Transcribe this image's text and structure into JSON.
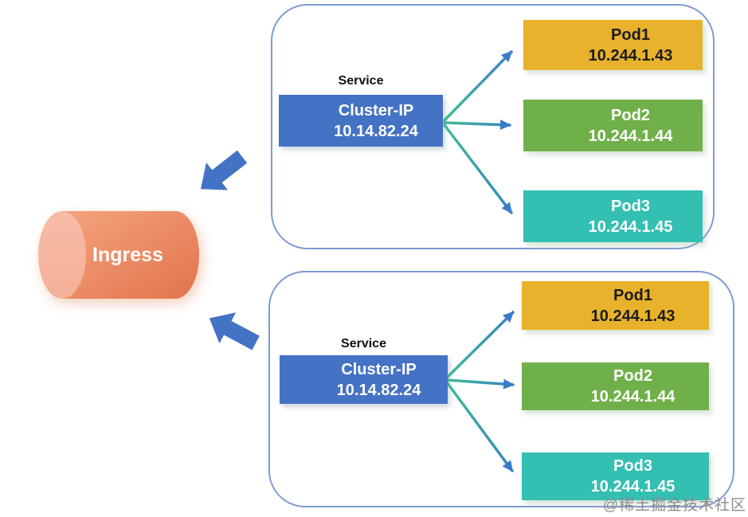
{
  "watermark": "@稀土掘金技术社区",
  "colors": {
    "container_border": "#7E9BD2",
    "cluster_ip_bg": "#4472C4",
    "block_arrow": "#4472C4",
    "arrow_gradient_start": "#3FBE96",
    "arrow_gradient_end": "#3B7CC9",
    "arrowhead": "#3B7CC9",
    "ingress_cap": "#F5B098",
    "ingress_body_light": "#F4A37E",
    "ingress_body_dark": "#E2744B",
    "pod_gold": "#E8B22C",
    "pod_green": "#70B04A",
    "pod_teal": "#33BFB2"
  },
  "ingress": {
    "label": "Ingress"
  },
  "groups": [
    {
      "service_label": "Service",
      "cluster_ip": {
        "name": "Cluster-IP",
        "ip": "10.14.82.24"
      },
      "pods": [
        {
          "name": "Pod1",
          "ip": "10.244.1.43",
          "bg": "#E8B22C",
          "fg": "#1C1C1C"
        },
        {
          "name": "Pod2",
          "ip": "10.244.1.44",
          "bg": "#70B04A",
          "fg": "#FFFFFF"
        },
        {
          "name": "Pod3",
          "ip": "10.244.1.45",
          "bg": "#33BFB2",
          "fg": "#FFFFFF"
        }
      ]
    },
    {
      "service_label": "Service",
      "cluster_ip": {
        "name": "Cluster-IP",
        "ip": "10.14.82.24"
      },
      "pods": [
        {
          "name": "Pod1",
          "ip": "10.244.1.43",
          "bg": "#E8B22C",
          "fg": "#1C1C1C"
        },
        {
          "name": "Pod2",
          "ip": "10.244.1.44",
          "bg": "#70B04A",
          "fg": "#FFFFFF"
        },
        {
          "name": "Pod3",
          "ip": "10.244.1.45",
          "bg": "#33BFB2",
          "fg": "#FFFFFF"
        }
      ]
    }
  ]
}
